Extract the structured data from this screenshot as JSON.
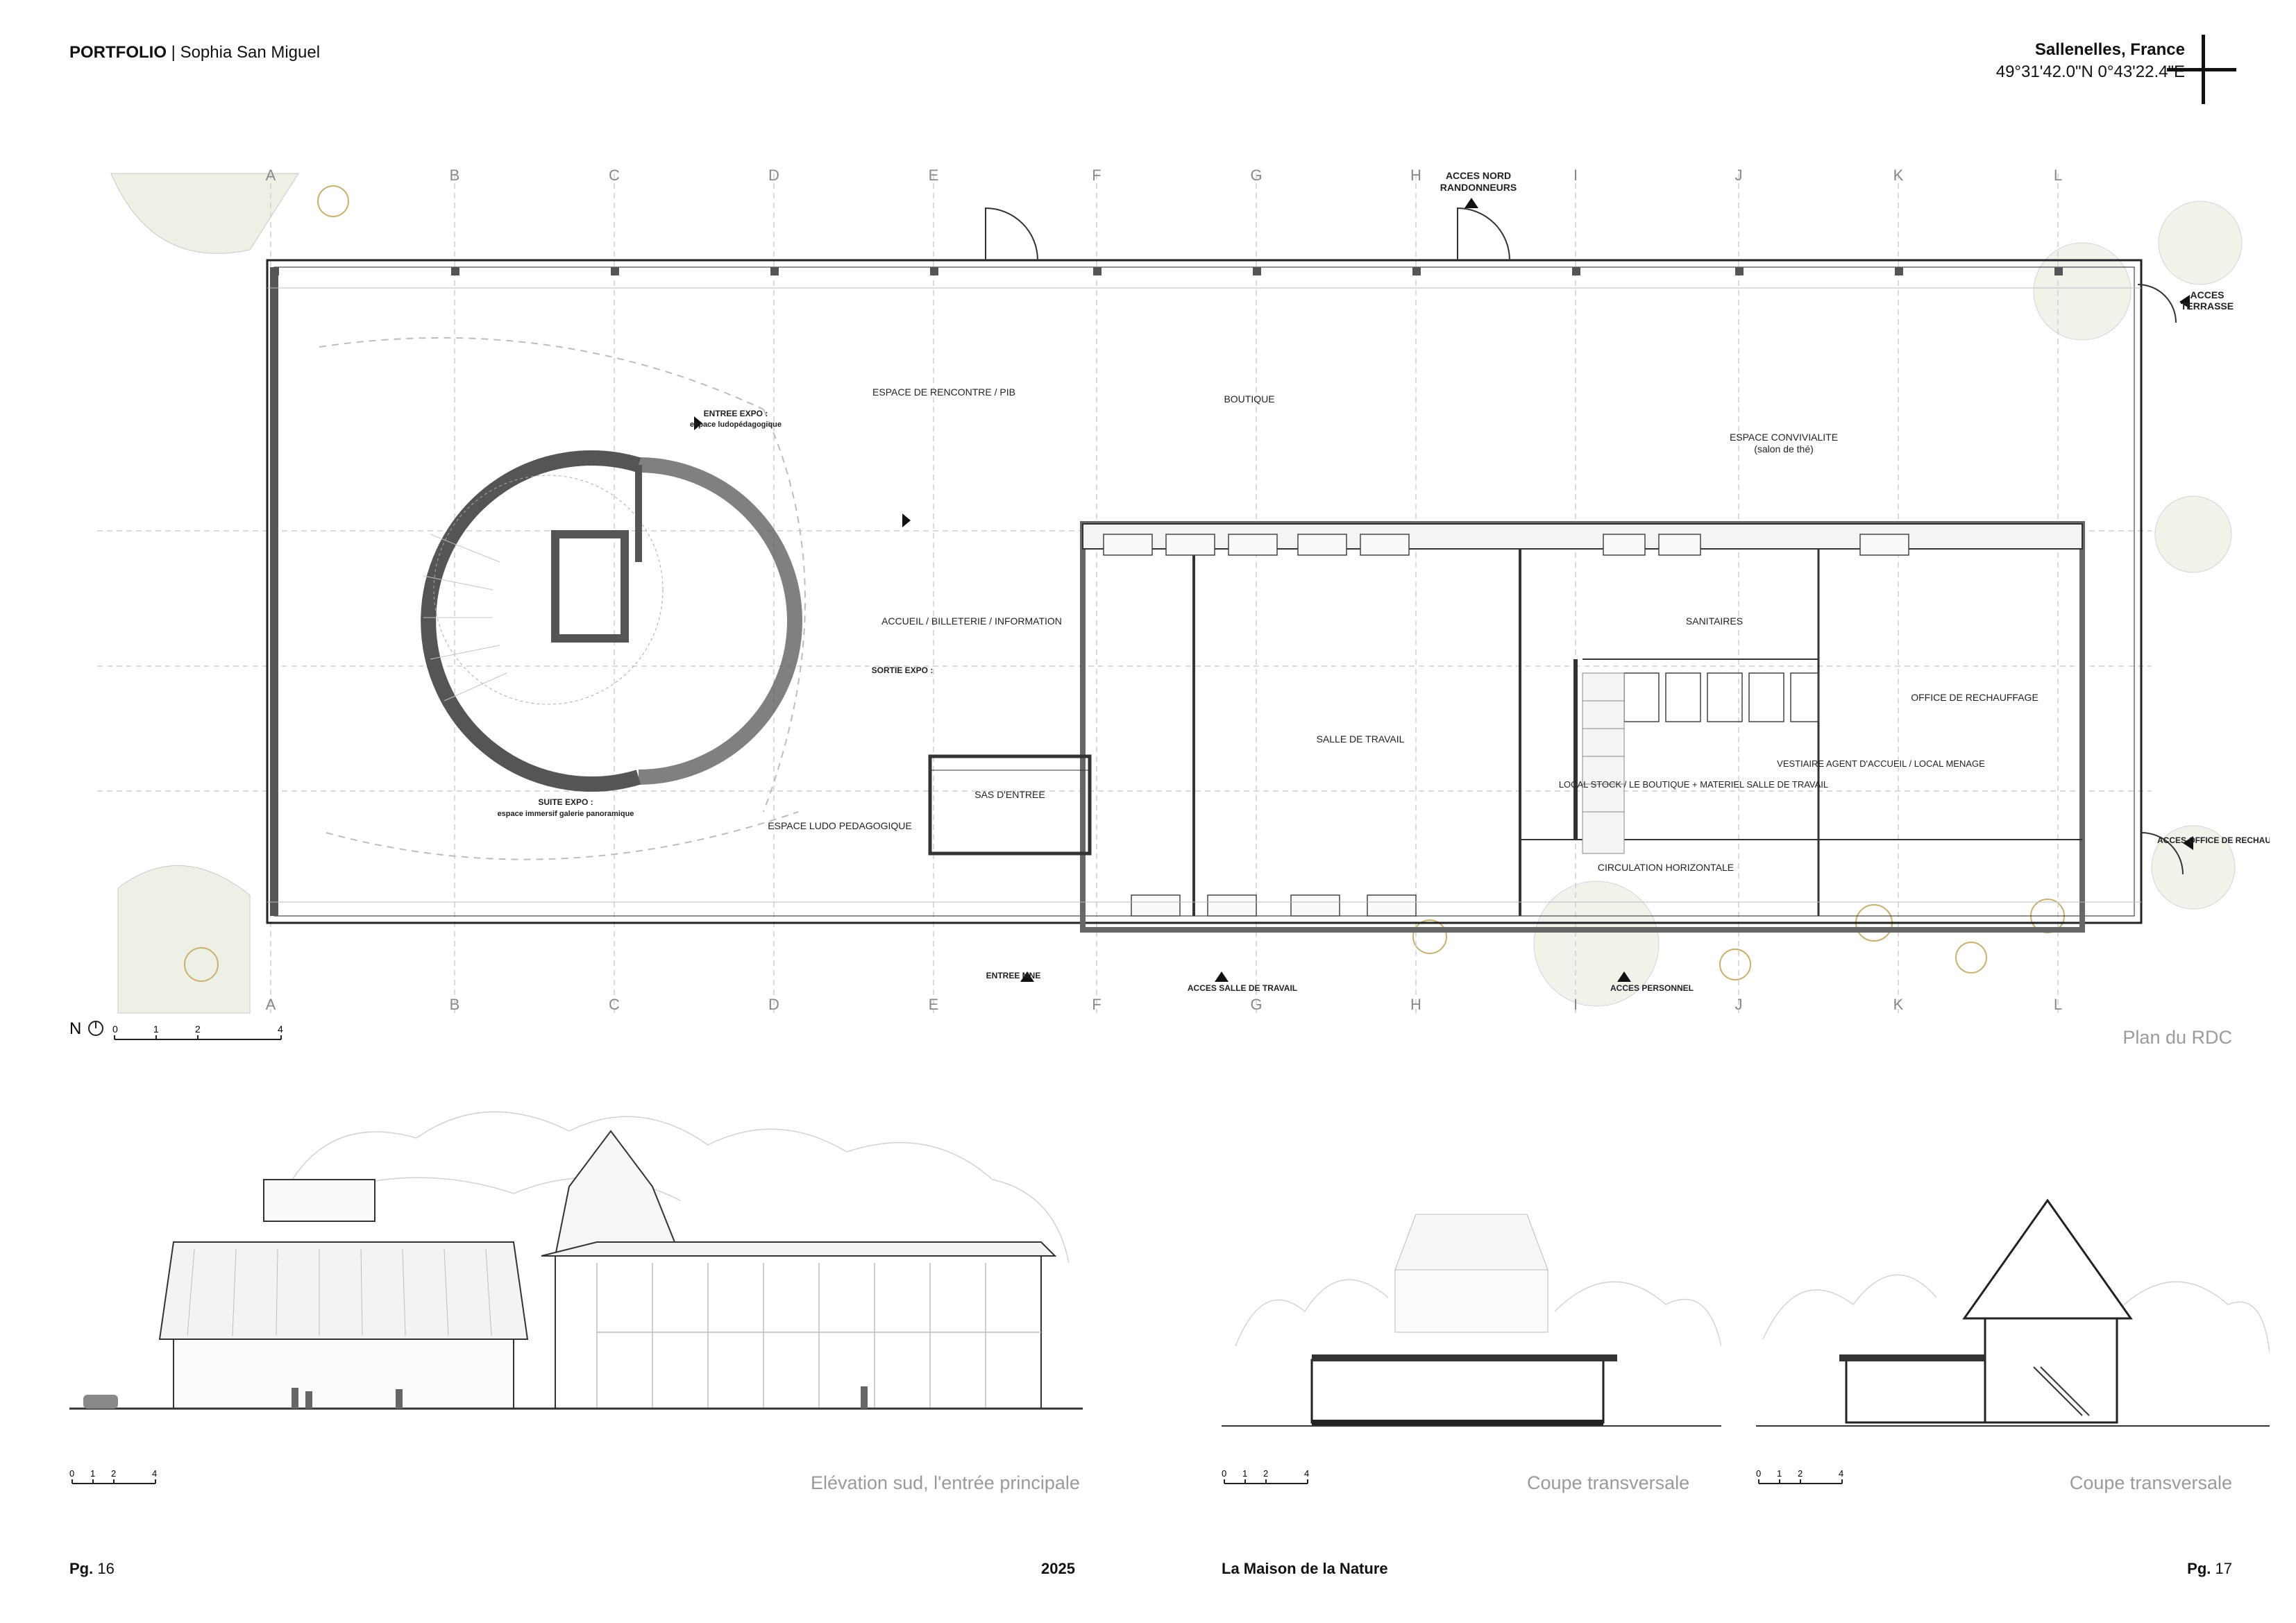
{
  "header": {
    "portfolio": "PORTFOLIO",
    "separator": "|",
    "author": "Sophia San Miguel",
    "location": "Sallenelles, France",
    "coordinates": "49°31'42.0\"N 0°43'22.4\"E"
  },
  "plan": {
    "caption": "Plan du RDC",
    "north": "N",
    "scale_ticks": [
      "0",
      "1",
      "2",
      "4"
    ],
    "grid_letters": [
      "A",
      "B",
      "C",
      "D",
      "E",
      "F",
      "G",
      "H",
      "I",
      "J",
      "K",
      "L"
    ],
    "labels": {
      "acces_nord": "ACCES NORD",
      "randonneurs": "RANDONNEURS",
      "acces_terrasse": "ACCES",
      "terrasse": "TERRASSE",
      "rencontre": "ESPACE DE RENCONTRE / PIB",
      "boutique": "BOUTIQUE",
      "convivialite": "ESPACE CONVIVIALITE",
      "salon": "(salon de thé)",
      "entree_expo": "ENTREE EXPO :",
      "espace_ludo": "espace ludopédagogique",
      "accueil": "ACCUEIL / BILLETERIE / INFORMATION",
      "sanitaires": "SANITAIRES",
      "office": "OFFICE DE RECHAUFFAGE",
      "salle_travail": "SALLE DE TRAVAIL",
      "local_stock": "LOCAL STOCK / LE BOUTIQUE + MATERIEL SALLE DE TRAVAIL",
      "vestiaire": "VESTIAIRE AGENT D'ACCUEIL / LOCAL MENAGE",
      "sortie_expo": "SORTIE EXPO :",
      "sas": "SAS D'ENTREE",
      "ludo_ped": "ESPACE LUDO PEDAGOGIQUE",
      "suite_expo": "SUITE EXPO :",
      "immersif": "espace immersif galerie panoramique",
      "circulation": "CIRCULATION HORIZONTALE",
      "acces_office": "ACCES OFFICE DE RECHAUFFAGE",
      "entree_mne": "ENTREE MNE",
      "acces_salle": "ACCES SALLE DE TRAVAIL",
      "acces_personnel": "ACCES PERSONNEL"
    }
  },
  "elevation": {
    "caption": "Elévation sud, l'entrée principale",
    "scale_ticks": [
      "0",
      "1",
      "2",
      "4"
    ]
  },
  "coupe1": {
    "caption": "Coupe transversale",
    "scale_ticks": [
      "0",
      "1",
      "2",
      "4"
    ]
  },
  "coupe2": {
    "caption": "Coupe transversale",
    "scale_ticks": [
      "0",
      "1",
      "2",
      "4"
    ]
  },
  "footer": {
    "page_left_prefix": "Pg.",
    "page_left_number": "16",
    "year": "2025",
    "project": "La Maison de la Nature",
    "page_right_prefix": "Pg.",
    "page_right_number": "17"
  }
}
